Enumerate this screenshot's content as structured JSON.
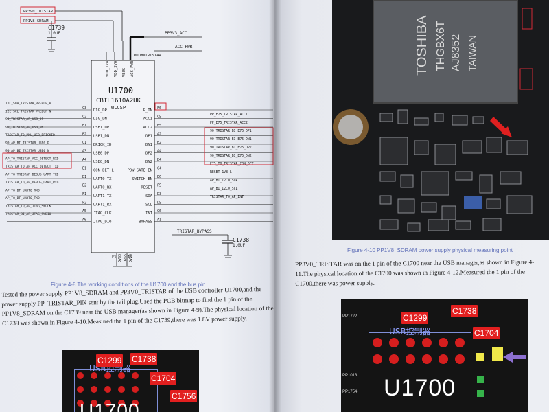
{
  "schematic": {
    "chip_name": "U1700",
    "chip_part": "CBTL1610A2UK",
    "chip_pkg": "WLCSP",
    "cap_c1739": "C1739",
    "cap_c1739_val": "1.0UF",
    "cap_c1738": "C1738",
    "cap_c1738_val": "1.0UF",
    "net_pp3v3_acc": "PP3V3_ACC",
    "net_acc_pwr": "ACC_PWR",
    "net_room_tristar": "ROOM=TRISTAR",
    "net_tristar_bypass": "TRISTAR_BYPASS",
    "pins_top": [
      "VDD_1V8",
      "VDD_3V0",
      "VBUS",
      "ACC_PWR"
    ],
    "pins_left": [
      "DIG_DP",
      "DIG_DN",
      "USB1_DP",
      "USB1_DN",
      "BRICK_ID",
      "USB0_DP",
      "USB0_DN",
      "CON_DET_L",
      "UART0_TX",
      "UART0_RX",
      "UART1_TX",
      "UART1_RX",
      "JTAG_CLK",
      "JTAG_DIO"
    ],
    "pins_right": [
      "P_IN",
      "ACC1",
      "ACC2",
      "DP1",
      "DN1",
      "DP2",
      "DN2",
      "POW_GATE_EN",
      "SWITCH_EN",
      "RESET",
      "SDA",
      "SCL",
      "INT",
      "BYPASS"
    ],
    "pin_nums_left": [
      "C3",
      "C2",
      "B1",
      "B2",
      "C1",
      "A3",
      "A4",
      "E1",
      "D1",
      "E2",
      "F1",
      "F2",
      "A5",
      "A6"
    ],
    "pin_nums_right": [
      "F6",
      "C5",
      "B5",
      "A2",
      "B2",
      "A4",
      "B4",
      "C4",
      "E6",
      "F5",
      "D3",
      "D5",
      "C6",
      "A1"
    ],
    "pins_bottom": [
      "DVSS",
      "DVSS",
      "DVSS"
    ],
    "pin_nums_bottom": [
      "F3",
      "B3",
      "A6"
    ],
    "nets_left": [
      "I2C_SDA_TRISTAR_PREBUF_P",
      "I2C_SCL_TRISTAR_PREBUF_N",
      "90_TRISTAR_AP_USB_DP",
      "90_TRISTAR_AP_USB_DN",
      "TRISTAR_TO_PMU_USB_BRICKID",
      "90_AP_BI_TRISTAR_USB0_P",
      "90_AP_BI_TRISTAR_USB0_N",
      "AP_TO_TRISTAR_ACC_DETECT_RXD",
      "TRISTAR_TO_AP_ACC_DETECT_TXD",
      "AP_TO_TRISTAR_DEBUG_UART_TXD",
      "TRISTAR_TO_AP_DEBUG_UART_RXD",
      "AP_TO_BT_UART0_RXD",
      "AP_TO_BT_UART0_TXD",
      "TRISTAR_TO_AP_JTAG_SWCLK",
      "TRISTAR_BI_AP_JTAG_SWDIO"
    ],
    "nets_right": [
      "PP_E75_TRISTAR_ACC1",
      "PP_E75_TRISTAR_ACC2",
      "90_TRISTAR_BI_E75_DP1",
      "90_TRISTAR_BI_E75_DN1",
      "90_TRISTAR_BI_E75_DP2",
      "90_TRISTAR_BI_E75_DN2",
      "E75_TO_TRISTAR_CON_DET",
      "RESET_1V8_L",
      "AP_BI_I2C0_SDA",
      "AP_BI_I2C0_SCL",
      "TRISTAR_TO_AP_INT"
    ],
    "net_top_left": [
      "PP3V0_TRISTAR",
      "PP1V8_SDRAM"
    ]
  },
  "left_caption": "Figure 4-8    The working conditions of the U1700 and the bus pin",
  "left_paragraph": "Tested the power supply PP1V8_SDRAM and PP3V0_TRISTAR of the USB controller U1700,and the power supply PP_TRISTAR_PIN sent by the tail plug.Used the PCB bitmap to find the 1 pin of the PP1V8_SDRAM on the C1739 near the USB manager(as shown in Figure 4-9).The physical location of the C1739 was shown in Figure 4-10.Measured the 1 pin of the C1739,there was 1.8V power supply.",
  "right_caption": "Figure 4-10    PP1V8_SDRAM power supply physical measuring point",
  "right_paragraph": "PP3V0_TRISTAR was on the 1 pin of the C1700 near the USB manager,as shown in Figure 4-11.The physical location of the C1700 was shown in Figure 4-12.Measured the 1 pin of the C1700,there was power supply.",
  "chip_print": [
    "TOSHIBA",
    "THGBX6T",
    "AJ8352",
    "TAIWAN"
  ],
  "bitmap_left": {
    "tags": [
      "C1299",
      "C1738",
      "C1704",
      "C1756"
    ],
    "usb_label": "USB控制器",
    "chip_label": "U1700"
  },
  "bitmap_right": {
    "tags": [
      "C1299",
      "C1738",
      "C1704"
    ],
    "small_tags": [
      "PP1722",
      "PP1013",
      "PP1754"
    ],
    "usb_label": "USB控制器",
    "chip_label": "U1700"
  },
  "colors": {
    "caption": "#5f6fb8",
    "highlight": "#d22a36",
    "pad": "#d51e1e"
  }
}
